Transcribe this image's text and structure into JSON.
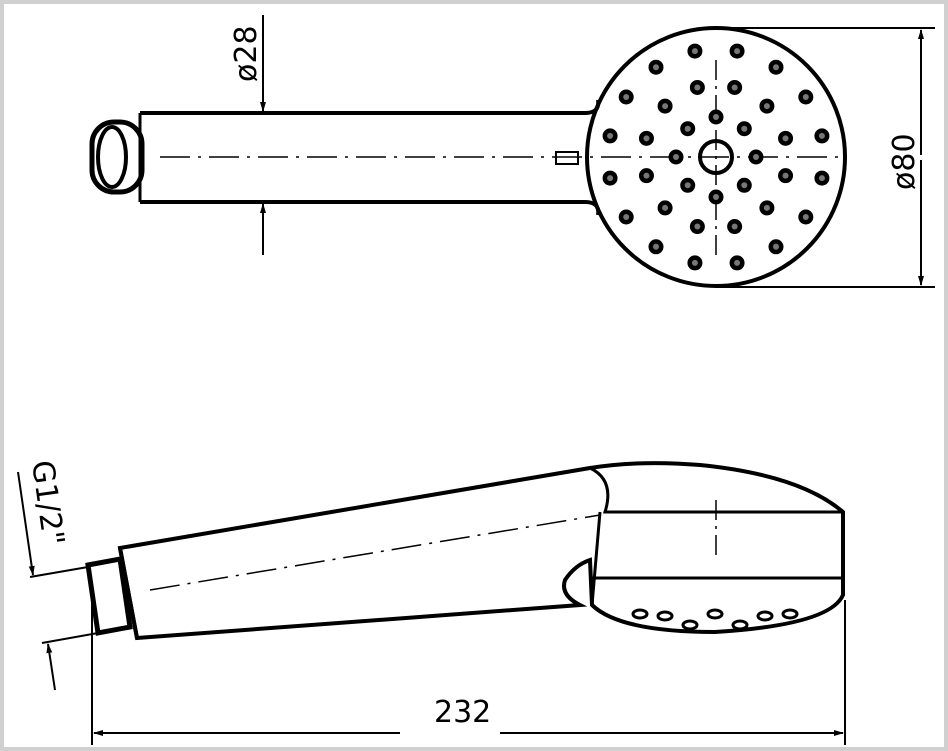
{
  "dimensions": {
    "handle_diameter": "ø28",
    "head_diameter": "ø80",
    "thread": "G1/2\"",
    "length": "232"
  },
  "colors": {
    "line": "#000000",
    "frame": "#d0d0d0"
  }
}
